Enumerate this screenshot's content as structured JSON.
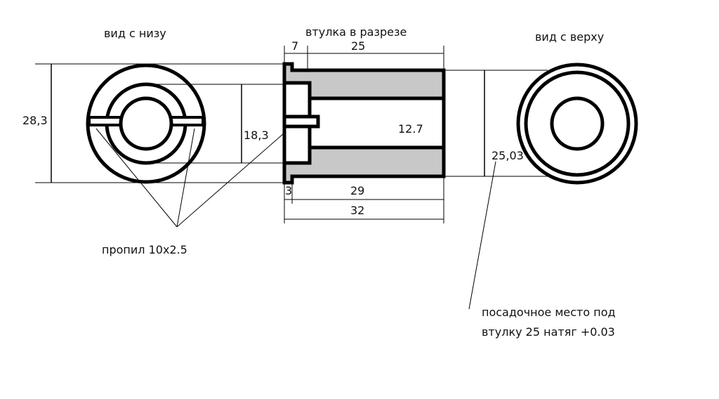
{
  "titles": {
    "bottom_view": "вид с низу",
    "section": "втулка в разрезе",
    "top_view": "вид с верху"
  },
  "dimensions": {
    "outer_flange_diameter": "28,3",
    "counterbore_diameter": "18,3",
    "bore_diameter": "12.7",
    "flange_width": "7",
    "body_length_top": "25",
    "flange_thickness": "3",
    "body_length_bottom": "29",
    "total_length": "32",
    "seat_diameter": "25,03"
  },
  "notes": {
    "slot": "пропил 10x2.5",
    "seat_line1": "посадочное место под",
    "seat_line2": "втулку 25 натяг +0.03"
  },
  "colors": {
    "section_fill": "#c8c8c8",
    "stroke": "#000000"
  }
}
